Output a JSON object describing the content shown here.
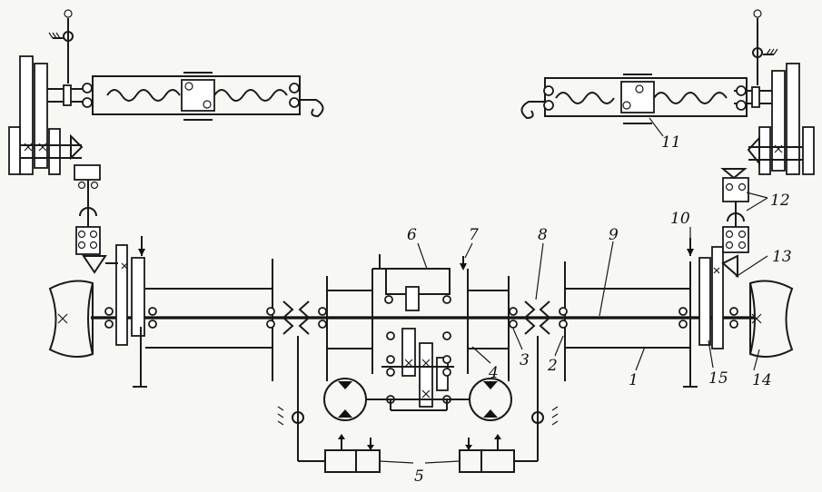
{
  "labels": {
    "l1": "1",
    "l2": "2",
    "l3": "3",
    "l4": "4",
    "l5": "5",
    "l6": "6",
    "l7": "7",
    "l8": "8",
    "l9": "9",
    "l10": "10",
    "l11": "11",
    "l12": "12",
    "l13": "13",
    "l14": "14",
    "l15": "15"
  },
  "colors": {
    "ink": "#1a1a1a",
    "paper": "#f7f7f3"
  }
}
